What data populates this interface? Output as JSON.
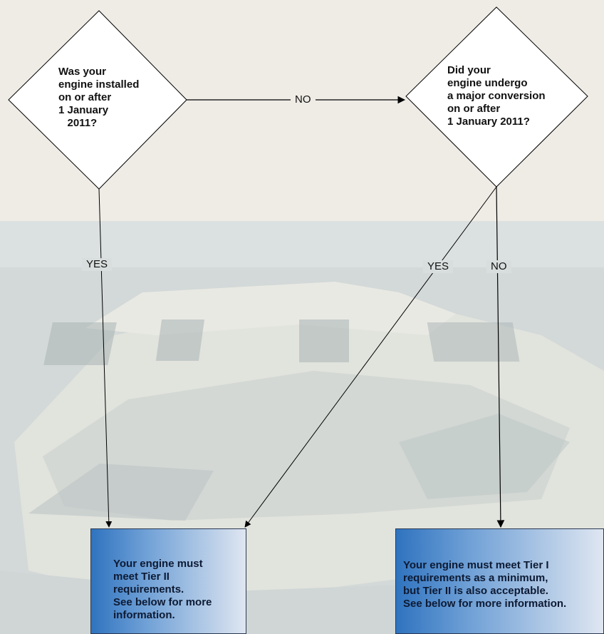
{
  "decision1": {
    "text": "Was your\nengine installed\non or after\n1 January\n   2011?"
  },
  "decision2": {
    "text": "Did your\nengine undergo\na major conversion\non or after\n1 January 2011?"
  },
  "edges": {
    "d1_to_d2": "NO",
    "d1_yes": "YES",
    "d2_yes": "YES",
    "d2_no": "NO"
  },
  "outcome_tier2": {
    "text": "Your engine must\nmeet Tier II\nrequirements.\nSee below for more\ninformation."
  },
  "outcome_tier1": {
    "text": "Your engine must meet Tier I\nrequirements as a minimum,\nbut Tier II is also acceptable.\nSee below for more information."
  },
  "colors": {
    "sky": "#efece6",
    "sea": "#d2d8d8",
    "boat": "#e1e2dd",
    "box_dark": "#2f73bf",
    "box_light": "#dfe6f1"
  }
}
